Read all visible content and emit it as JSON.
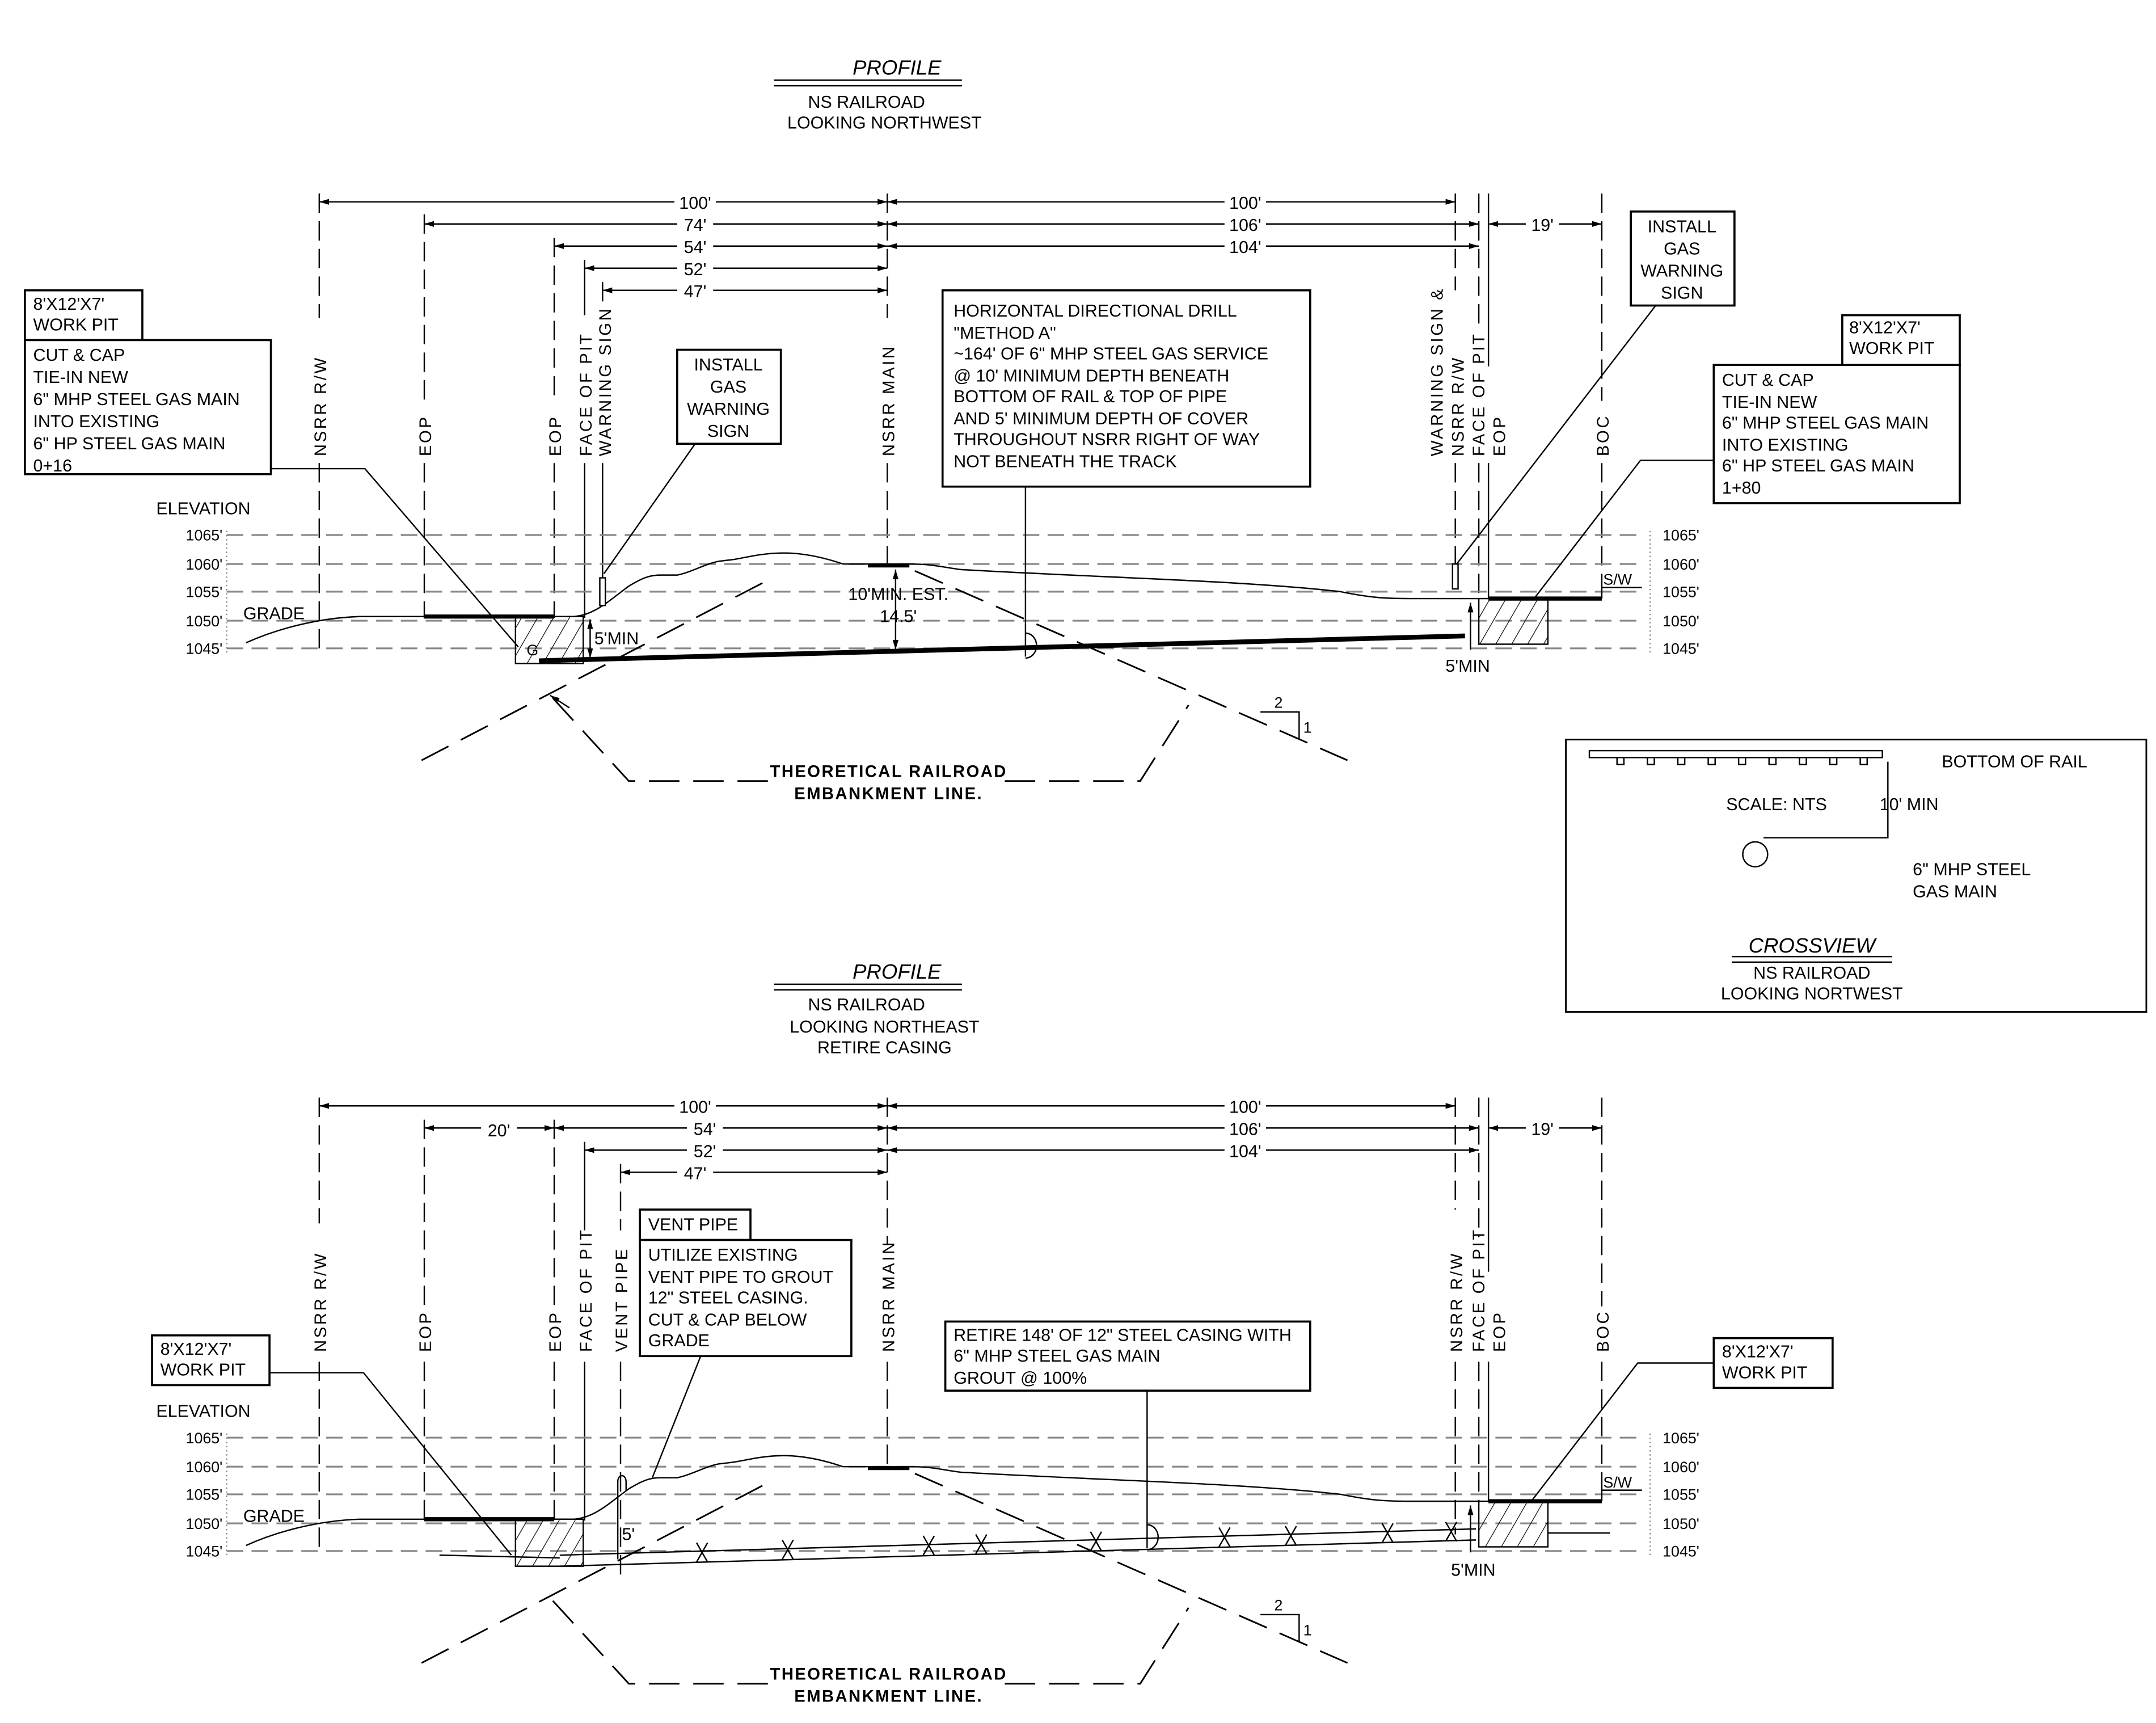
{
  "top_profile": {
    "title": "PROFILE",
    "subtitle_1": "NS RAILROAD",
    "subtitle_2": "LOOKING NORTHWEST",
    "dims": {
      "d100_left": "100'",
      "d74": "74'",
      "d54": "54'",
      "d52": "52'",
      "d47": "47'",
      "d100_right": "100'",
      "d106": "106'",
      "d104": "104'",
      "d19": "19'"
    },
    "vertical_labels": [
      "NSRR R/W",
      "EOP",
      "EOP",
      "FACE OF PIT",
      "WARNING SIGN",
      "NSRR MAIN",
      "WARNING SIGN &",
      "NSRR R/W",
      "FACE OF PIT",
      "EOP",
      "BOC"
    ],
    "left_pit_tag": [
      "8'X12'X7'",
      "WORK PIT"
    ],
    "left_pit_note": [
      "CUT & CAP",
      "TIE-IN NEW",
      "6\" MHP STEEL GAS MAIN",
      "INTO EXISTING",
      "6\" HP STEEL GAS MAIN",
      "0+16"
    ],
    "sign_note_left": [
      "INSTALL",
      "GAS",
      "WARNING",
      "SIGN"
    ],
    "sign_note_right": [
      "INSTALL",
      "GAS",
      "WARNING",
      "SIGN"
    ],
    "hdd_note": [
      "HORIZONTAL DIRECTIONAL DRILL",
      "\"METHOD A\"",
      "~164' OF 6\" MHP STEEL GAS SERVICE",
      "@ 10' MINIMUM DEPTH BENEATH",
      "BOTTOM OF RAIL & TOP OF PIPE",
      "AND 5' MINIMUM DEPTH OF COVER",
      "THROUGHOUT NSRR RIGHT OF WAY",
      "NOT BENEATH THE TRACK"
    ],
    "right_pit_tag": [
      "8'X12'X7'",
      "WORK PIT"
    ],
    "right_pit_note": [
      "CUT & CAP",
      "TIE-IN NEW",
      "6\" MHP STEEL GAS MAIN",
      "INTO EXISTING",
      "6\" HP STEEL GAS MAIN",
      "1+80"
    ],
    "elevation_label": "ELEVATION",
    "grade_label": "GRADE",
    "elevations": [
      "1065'",
      "1060'",
      "1055'",
      "1050'",
      "1045'"
    ],
    "depth_label_1": "10'MIN. EST.",
    "depth_label_2": "14.5'",
    "min_cover_left": "5'MIN",
    "min_cover_right": "5'MIN",
    "sidewalk": "S/W",
    "embankment_1": "THEORETICAL RAILROAD",
    "embankment_2": "EMBANKMENT LINE.",
    "slope_rise": "2",
    "slope_run": "1",
    "centerline": "G"
  },
  "crossview": {
    "bottom_of_rail": "BOTTOM OF RAIL",
    "scale": "SCALE: NTS",
    "min_depth": "10' MIN",
    "pipe_1": "6\" MHP STEEL",
    "pipe_2": "GAS MAIN",
    "title": "CROSSVIEW",
    "subtitle_1": "NS RAILROAD",
    "subtitle_2": "LOOKING NORTWEST"
  },
  "bottom_profile": {
    "title": "PROFILE",
    "subtitle_1": "NS RAILROAD",
    "subtitle_2": "LOOKING NORTHEAST",
    "subtitle_3": "RETIRE CASING",
    "dims": {
      "d100_left": "100'",
      "d20": "20'",
      "d54": "54'",
      "d52": "52'",
      "d47": "47'",
      "d100_right": "100'",
      "d106": "106'",
      "d104": "104'",
      "d19": "19'"
    },
    "vertical_labels": [
      "NSRR R/W",
      "EOP",
      "EOP",
      "FACE OF PIT",
      "VENT PIPE",
      "NSRR MAIN",
      "NSRR R/W",
      "FACE OF PIT",
      "EOP",
      "BOC"
    ],
    "left_pit_tag": [
      "8'X12'X7'",
      "WORK PIT"
    ],
    "vent_tag": "VENT PIPE",
    "vent_note": [
      "UTILIZE EXISTING",
      "VENT PIPE TO GROUT",
      "12\" STEEL CASING.",
      "CUT & CAP BELOW",
      "GRADE"
    ],
    "retire_note": [
      "RETIRE 148' OF 12\" STEEL CASING WITH",
      "6\" MHP STEEL GAS MAIN",
      "GROUT @ 100%"
    ],
    "right_pit_tag": [
      "8'X12'X7'",
      "WORK PIT"
    ],
    "elevation_label": "ELEVATION",
    "grade_label": "GRADE",
    "elevations": [
      "1065'",
      "1060'",
      "1055'",
      "1050'",
      "1045'"
    ],
    "vent_depth": "5'",
    "min_cover_right": "5'MIN",
    "sidewalk": "S/W",
    "embankment_1": "THEORETICAL RAILROAD",
    "embankment_2": "EMBANKMENT LINE.",
    "slope_rise": "2",
    "slope_run": "1"
  }
}
